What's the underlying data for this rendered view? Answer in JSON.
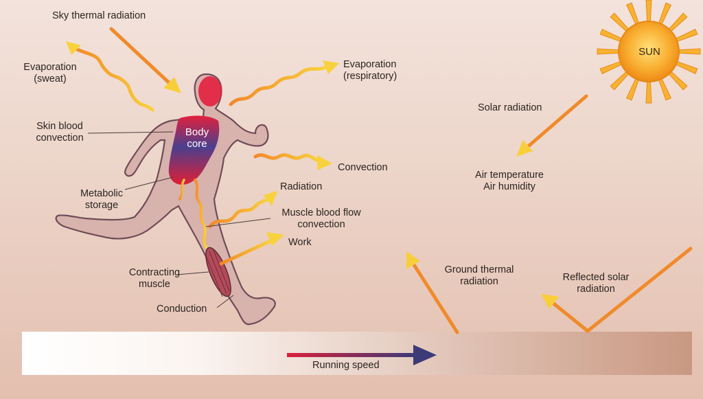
{
  "labels": {
    "sky_thermal_radiation": "Sky thermal radiation",
    "evaporation_sweat_1": "Evaporation",
    "evaporation_sweat_2": "(sweat)",
    "evaporation_resp_1": "Evaporation",
    "evaporation_resp_2": "(respiratory)",
    "skin_blood_1": "Skin blood",
    "skin_blood_2": "convection",
    "body_core_1": "Body",
    "body_core_2": "core",
    "convection": "Convection",
    "metabolic_1": "Metabolic",
    "metabolic_2": "storage",
    "radiation": "Radiation",
    "muscle_blood_1": "Muscle blood flow",
    "muscle_blood_2": "convection",
    "work": "Work",
    "contracting_1": "Contracting",
    "contracting_2": "muscle",
    "conduction": "Conduction",
    "sun": "SUN",
    "solar_radiation": "Solar radiation",
    "air_temperature": "Air temperature",
    "air_humidity": "Air humidity",
    "ground_thermal_1": "Ground thermal",
    "ground_thermal_2": "radiation",
    "reflected_solar_1": "Reflected solar",
    "reflected_solar_2": "radiation",
    "running_speed": "Running speed"
  },
  "colors": {
    "arrow_orange": "#f08a2a",
    "arrow_yellow": "#f7d03a",
    "sun_core": "#f7a21c",
    "body_fill": "#d9b3ad",
    "body_outline": "#6b4a52",
    "core_red": "#e1203a",
    "core_blue": "#3b3d8f",
    "speed_red": "#d9203a",
    "speed_blue": "#3c3a78"
  }
}
